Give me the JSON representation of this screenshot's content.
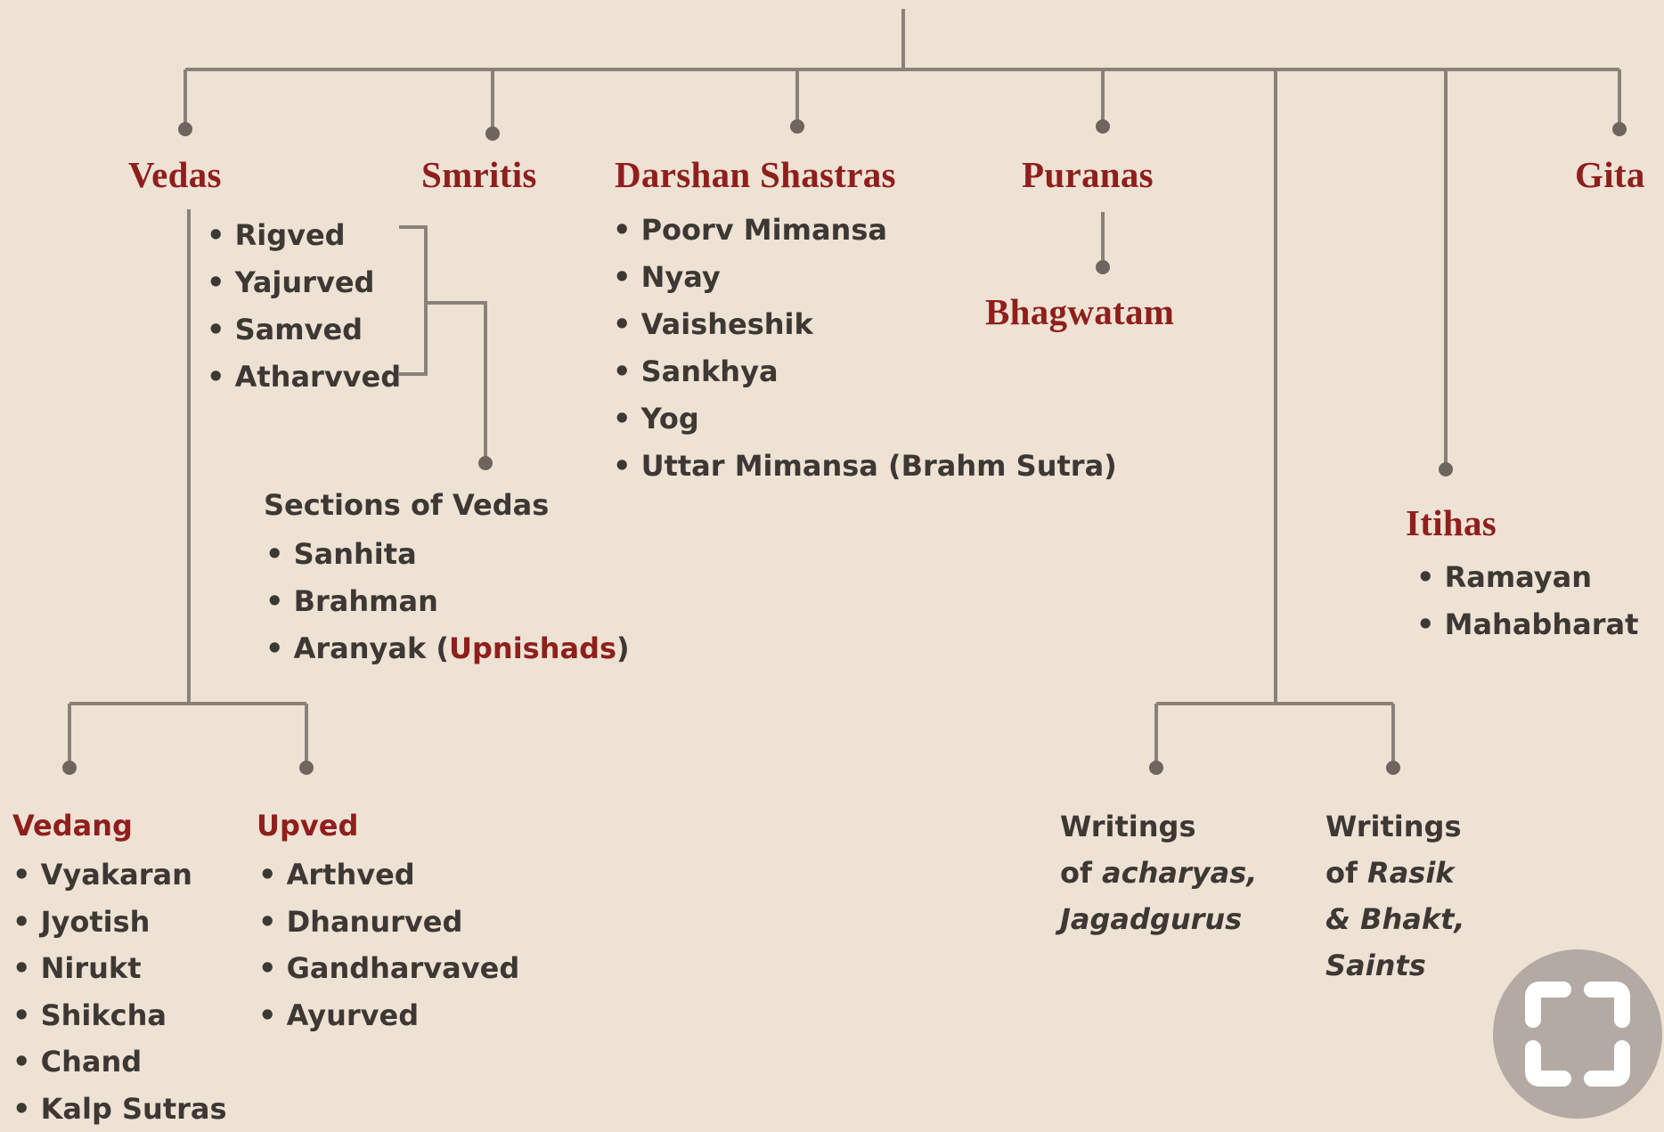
{
  "categories": {
    "vedas": "Vedas",
    "smritis": "Smritis",
    "darshan": "Darshan Shastras",
    "puranas": "Puranas",
    "gita": "Gita",
    "bhagwatam": "Bhagwatam",
    "itihas": "Itihas"
  },
  "vedas_list": [
    "Rigved",
    "Yajurved",
    "Samved",
    "Atharvved"
  ],
  "sections": {
    "title": "Sections of Vedas",
    "items": [
      "Sanhita",
      "Brahman"
    ],
    "last_item_prefix": "Aranyak (",
    "last_item_highlight": "Upnishads",
    "last_item_suffix": ")"
  },
  "darshan_list": [
    "Poorv Mimansa",
    "Nyay",
    "Vaisheshik",
    "Sankhya",
    "Yog",
    "Uttar Mimansa (Brahm Sutra)"
  ],
  "itihas_list": [
    "Ramayan",
    "Mahabharat"
  ],
  "vedang": {
    "title": "Vedang",
    "items": [
      "Vyakaran",
      "Jyotish",
      "Nirukt",
      "Shikcha",
      "Chand",
      "Kalp Sutras"
    ]
  },
  "upved": {
    "title": "Upved",
    "items": [
      "Arthved",
      "Dhanurved",
      "Gandharvaved",
      "Ayurved"
    ]
  },
  "writings_acharyas": {
    "line1": "Writings",
    "line2_a": "of ",
    "line2_b": "acharyas,",
    "line3": "Jagadgurus"
  },
  "writings_rasik": {
    "line1": "Writings",
    "line2_a": "of ",
    "line2_b": "Rasik",
    "line3": "& Bhakt,",
    "line4": "Saints"
  },
  "colors": {
    "background": "#eee2d4",
    "heading": "#8f1f1c",
    "text": "#3d3834",
    "connector": "#8c8178",
    "expand_button": "#b3aaa4"
  },
  "icons": {
    "expand": "expand-icon"
  }
}
